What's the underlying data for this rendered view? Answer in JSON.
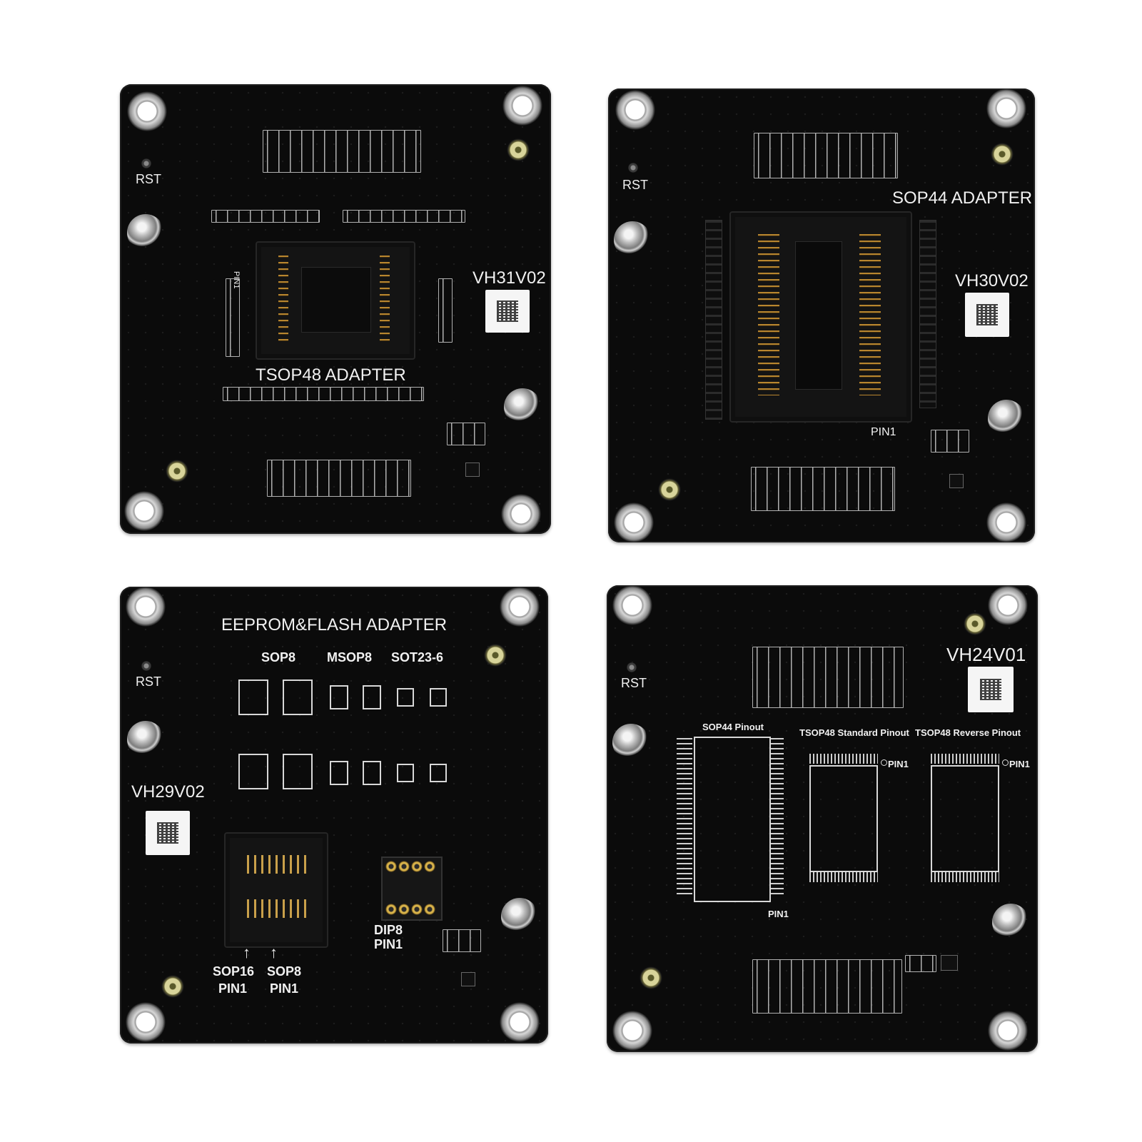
{
  "boards": {
    "tsop48": {
      "rst": "RST",
      "model": "VH31V02",
      "title": "TSOP48 ADAPTER",
      "pin_mark": "PIN1"
    },
    "sop44": {
      "rst": "RST",
      "model": "VH30V02",
      "title": "SOP44 ADAPTER",
      "pin1": "PIN1"
    },
    "eeprom": {
      "rst": "RST",
      "model": "VH29V02",
      "title": "EEPROM&FLASH ADAPTER",
      "sop8": "SOP8",
      "msop8": "MSOP8",
      "sot23": "SOT23-6",
      "sop16_label": "SOP16",
      "sop16_pin": "PIN1",
      "sop8b_label": "SOP8",
      "sop8b_pin": "PIN1",
      "dip8_label": "DIP8",
      "dip8_pin": "PIN1"
    },
    "pinout": {
      "rst": "RST",
      "model": "VH24V01",
      "sop44_pinout": "SOP44 Pinout",
      "tsop48_std": "TSOP48 Standard Pinout",
      "tsop48_rev": "TSOP48 Reverse Pinout",
      "pin1_std": "PIN1",
      "pin1_rev": "PIN1",
      "pin1_sop": "PIN1"
    }
  }
}
